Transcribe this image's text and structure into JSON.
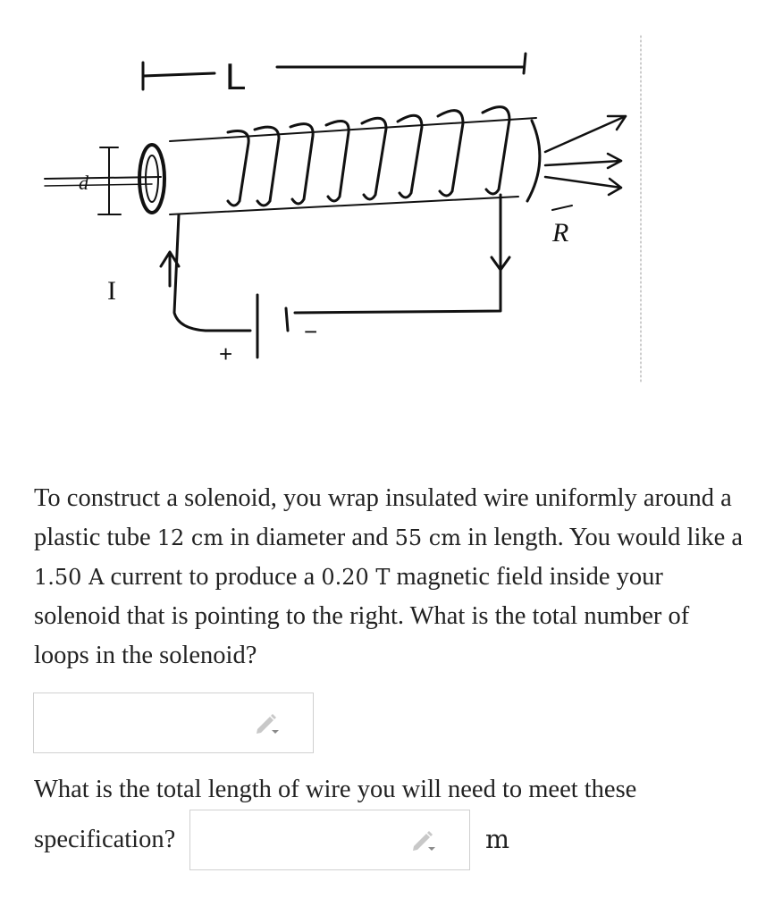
{
  "diagram": {
    "labels": {
      "length": "L",
      "diameter": "d",
      "current": "I",
      "plus": "+",
      "minus": "−",
      "right_vector": "R"
    }
  },
  "question1": {
    "text_a": "To construct a solenoid, you wrap insulated wire uniformly around a plastic tube ",
    "diameter_value": "12 cm",
    "text_b": " in diameter and ",
    "length_value": "55 cm",
    "text_c": " in length. You would like a ",
    "current_value": "1.50 A",
    "text_d": " current to produce a ",
    "field_value": "0.20 T",
    "text_e": " magnetic field inside your solenoid that is pointing to the right. What is the total number of loops in the solenoid?",
    "answer_value": ""
  },
  "question2": {
    "line1": "What is the total length of wire you will need to meet these",
    "line2": "specification?",
    "answer_value": "",
    "unit": "m"
  }
}
